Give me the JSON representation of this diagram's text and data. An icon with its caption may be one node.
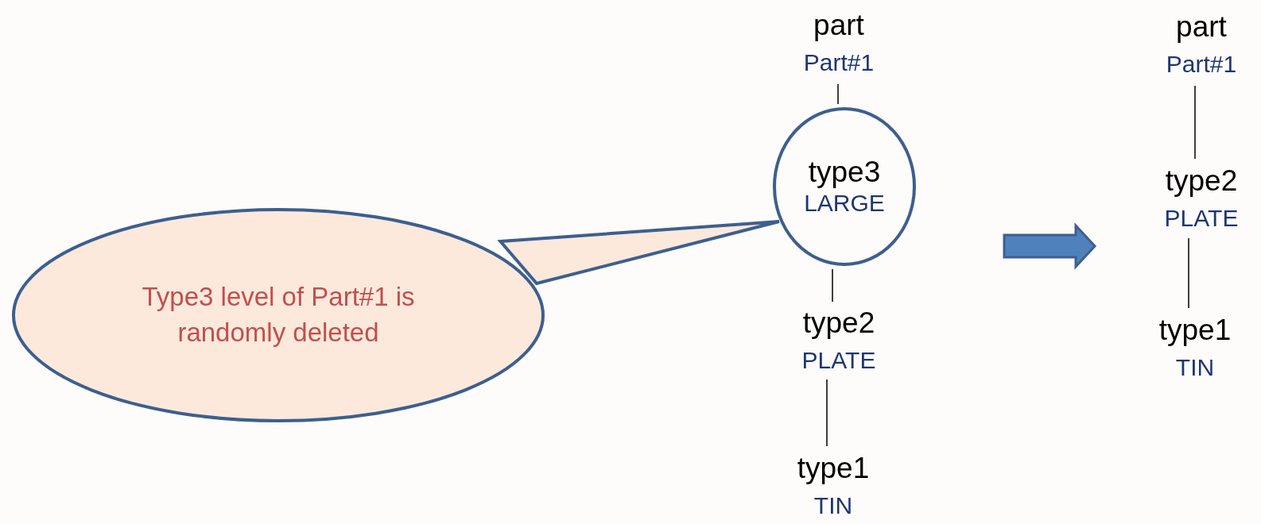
{
  "diagram": {
    "nodes": [
      {
        "text": [
          "Type3 level of Part#1 is randomly deleted"
        ]
      },
      {
        "text": [
          "part",
          "Part#1"
        ]
      },
      {
        "text": [
          "type3",
          "LARGE"
        ]
      },
      {
        "text": [
          "type2",
          "PLATE"
        ]
      },
      {
        "text": [
          "type1",
          "TIN"
        ]
      },
      {
        "text": [
          "part",
          "Part#1"
        ]
      },
      {
        "text": [
          "type2",
          "PLATE"
        ]
      },
      {
        "text": [
          "type1",
          "TIN"
        ]
      }
    ],
    "edges": [
      {
        "from": 0,
        "to": 2,
        "arrow": "none"
      },
      {
        "from": 1,
        "to": 2,
        "arrow": "none"
      },
      {
        "from": 2,
        "to": 3,
        "arrow": "none"
      },
      {
        "from": 3,
        "to": 4,
        "arrow": "none"
      },
      {
        "from": 5,
        "to": 6,
        "arrow": "none"
      },
      {
        "from": 6,
        "to": 7,
        "arrow": "none"
      }
    ]
  }
}
